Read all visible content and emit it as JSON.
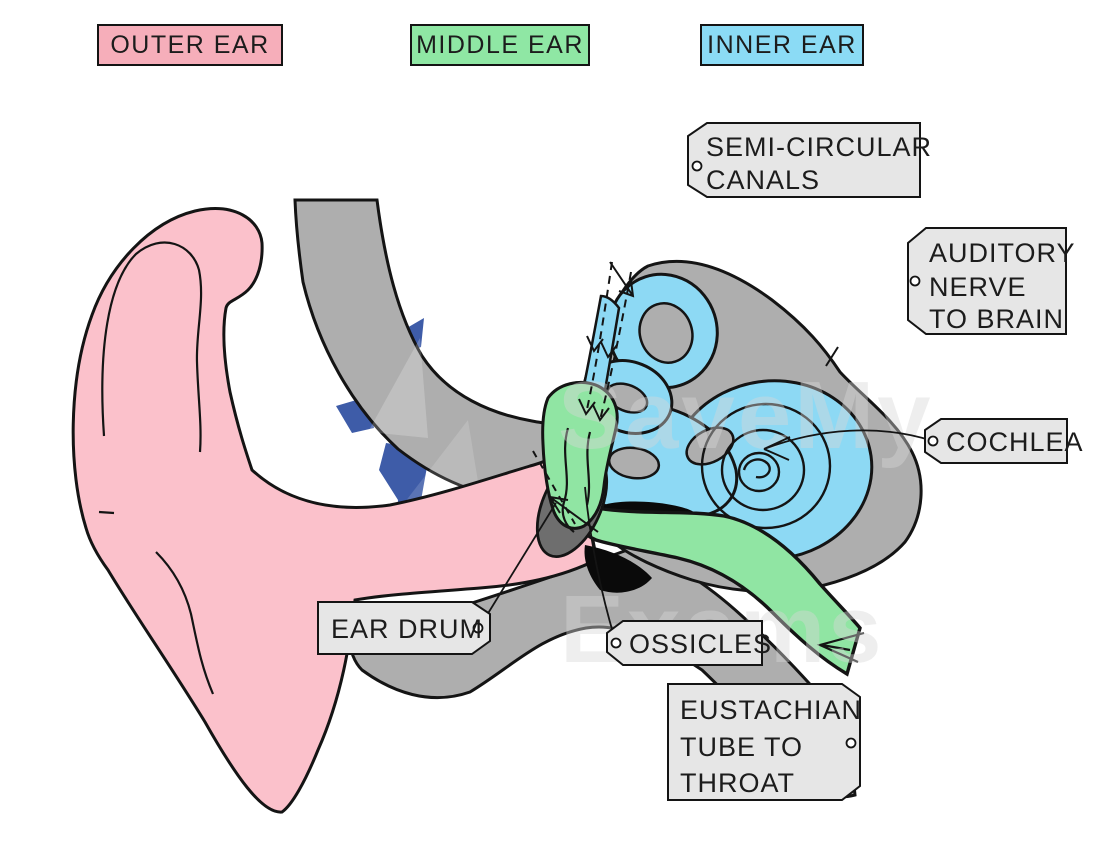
{
  "legend": {
    "items": [
      {
        "label": "OUTER EAR",
        "color": "#f6aeba"
      },
      {
        "label": "MIDDLE EAR",
        "color": "#8fe7a4"
      },
      {
        "label": "INNER EAR",
        "color": "#8bdbf5"
      }
    ]
  },
  "tags": {
    "semi_circular_canals": {
      "lines": [
        "SEMI-CIRCULAR",
        "CANALS"
      ]
    },
    "auditory_nerve": {
      "lines": [
        "AUDITORY",
        "NERVE",
        "TO BRAIN"
      ]
    },
    "cochlea": {
      "lines": [
        "COCHLEA"
      ]
    },
    "ear_drum": {
      "lines": [
        "EAR DRUM"
      ]
    },
    "ossicles": {
      "lines": [
        "OSSICLES"
      ]
    },
    "eustachian_tube": {
      "lines": [
        "EUSTACHIAN",
        "TUBE TO",
        "THROAT"
      ]
    }
  },
  "watermark": {
    "line1": "SaveMy",
    "line2": "Exams"
  },
  "colors": {
    "outer_ear_pink": "#fbc1cb",
    "middle_ear_green": "#90e5a3",
    "inner_ear_blue": "#8dd9f4",
    "bone_gray": "#aeaeae",
    "ear_drum_gray": "#6e6e6e",
    "tag_fill": "#e6e6e6",
    "outline": "#141414",
    "watermark_blue": "#3e5ca8"
  }
}
